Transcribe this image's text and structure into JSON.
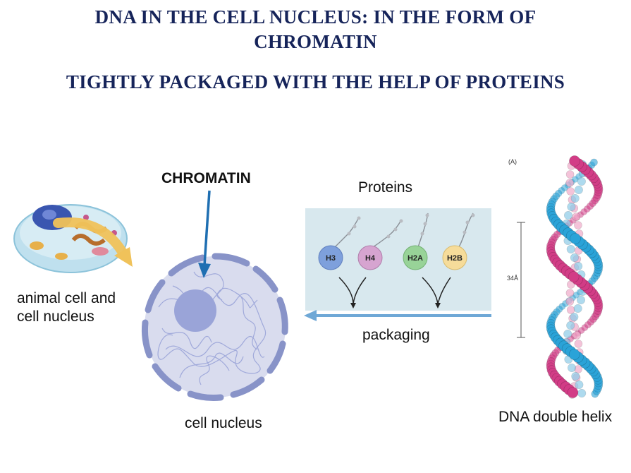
{
  "title": {
    "line1": "DNA IN THE CELL NUCLEUS: IN THE FORM OF",
    "line2": "CHROMATIN",
    "line3": "TIGHTLY PACKAGED WITH THE HELP OF PROTEINS"
  },
  "labels": {
    "chromatin": "CHROMATIN",
    "proteins": "Proteins",
    "animal_cell_line1": "animal cell and",
    "animal_cell_line2": "cell nucleus",
    "packaging": "packaging",
    "cell_nucleus": "cell nucleus",
    "dna_double_helix": "DNA double helix"
  },
  "histones": [
    "H3",
    "H4",
    "H2A",
    "H2B"
  ],
  "helix": {
    "panel_label": "(A)",
    "pitch_label": "34Å"
  },
  "colors": {
    "title": "#16245a",
    "nucleus_fill": "#d9dcee",
    "nucleus_core": "#9aa4d8",
    "membrane": "#8893c8",
    "arrow_blue": "#1f6fb2",
    "packaging_arrow": "#6fa8d6",
    "protein_panel": "#d8e8ee",
    "helix_pink": "#d23c86",
    "helix_blue": "#2aa3d8"
  }
}
